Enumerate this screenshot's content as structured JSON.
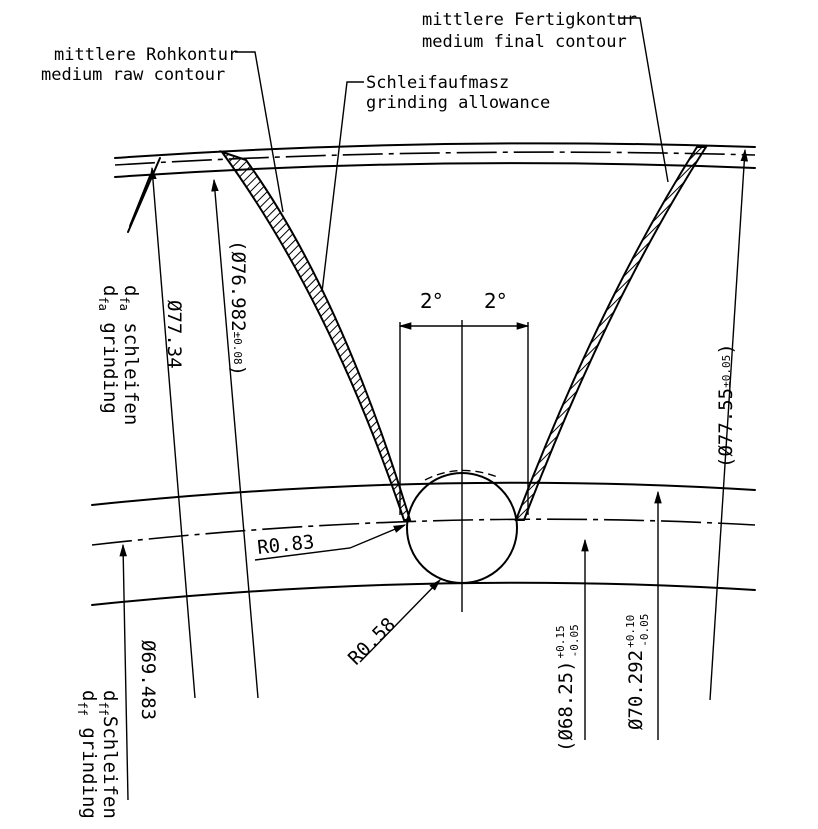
{
  "labels": {
    "final_de": "mittlere Fertigkontur",
    "final_en": "medium final contour",
    "raw_de": "mittlere Rohkontur",
    "raw_en": "medium raw contour",
    "allow_de": "Schleifaufmasz",
    "allow_en": "grinding allowance"
  },
  "angles": {
    "left": "2°",
    "right": "2°"
  },
  "dims": {
    "d7734": "Ø77.34",
    "dfa_de_a": "d",
    "dfa_de_b": "fa",
    "dfa_de_c": " schleifen",
    "dfa_en_a": "d",
    "dfa_en_b": "fa",
    "dfa_en_c": " grinding",
    "d76982_main": "(Ø76.982",
    "d76982_tol": "±0.08",
    "d76982_close": ")",
    "d7755_main": "(Ø77.55",
    "d7755_tol": "±0.05",
    "d7755_close": ")",
    "r083": "R0.83",
    "r058": "R0.58",
    "d69483": "Ø69.483",
    "dff_de_a": "d",
    "dff_de_b": "ff",
    "dff_de_c": "Schleifen",
    "dff_en_a": "d",
    "dff_en_b": "ff",
    "dff_en_c": " grinding",
    "d6825_main": "(Ø68.25)",
    "d6825_tol_up": "+0.15",
    "d6825_tol_lo": "-0.05",
    "d70292_main": "Ø70.292",
    "d70292_tol_up": "+0.10",
    "d70292_tol_lo": "-0.05"
  }
}
